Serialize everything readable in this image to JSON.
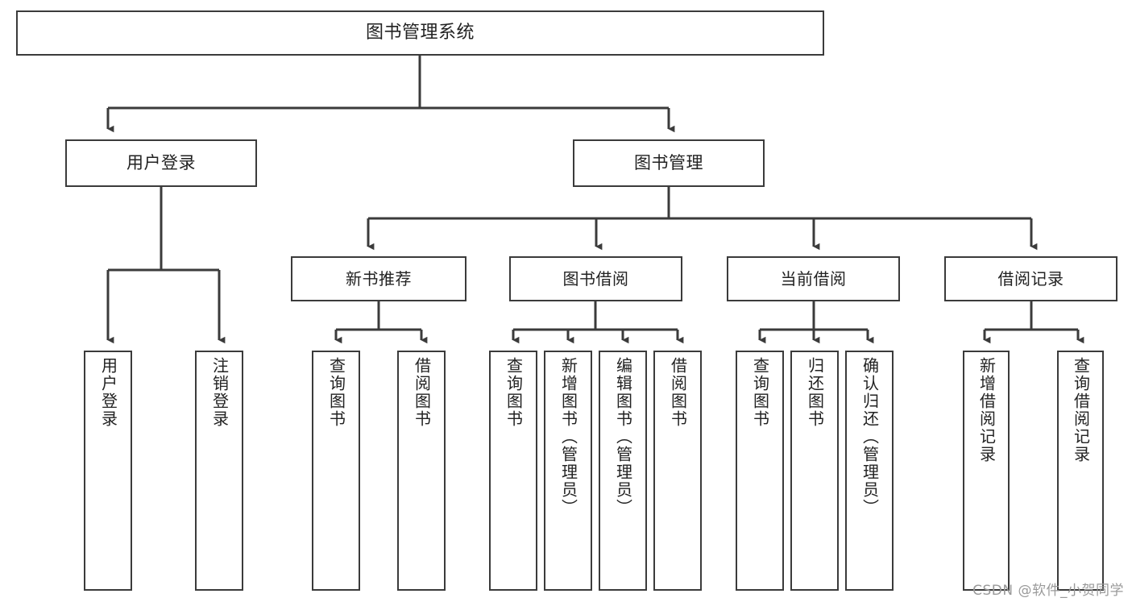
{
  "diagram": {
    "title": "图书管理系统",
    "root": {
      "label": "图书管理系统"
    },
    "level2": [
      {
        "label": "用户登录"
      },
      {
        "label": "图书管理"
      }
    ],
    "level3": [
      {
        "label": "新书推荐"
      },
      {
        "label": "图书借阅"
      },
      {
        "label": "当前借阅"
      },
      {
        "label": "借阅记录"
      }
    ],
    "leaves": [
      {
        "label": "用户登录"
      },
      {
        "label": "注销登录"
      },
      {
        "label": "查询图书"
      },
      {
        "label": "借阅图书"
      },
      {
        "label": "查询图书"
      },
      {
        "label": "新增图书（管理员）"
      },
      {
        "label": "编辑图书（管理员）"
      },
      {
        "label": "借阅图书"
      },
      {
        "label": "查询图书"
      },
      {
        "label": "归还图书"
      },
      {
        "label": "确认归还（管理员）"
      },
      {
        "label": "新增借阅记录"
      },
      {
        "label": "查询借阅记录"
      }
    ],
    "colors": {
      "stroke": "#3b3b3b",
      "fill": "#ffffff",
      "text": "#222222",
      "watermark": "#9a9a9a"
    }
  },
  "watermark": {
    "text": "CSDN @软件_小贺同学"
  }
}
